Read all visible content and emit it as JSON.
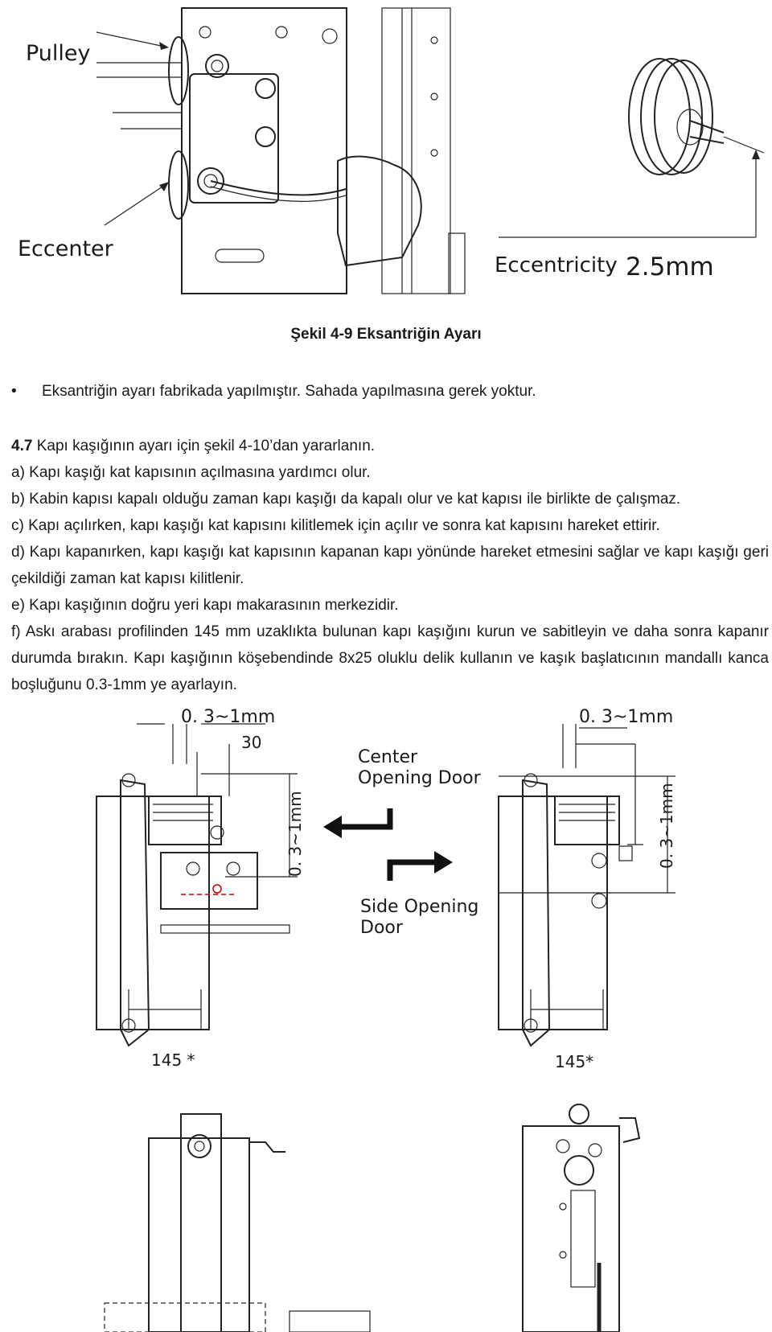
{
  "figure1": {
    "label_pulley": "Pulley",
    "label_eccenter": "Eccenter",
    "label_eccentricity": "Eccentricity",
    "value_eccentricity": "2.5mm"
  },
  "caption": "Şekil 4-9 Eksantriğin Ayarı",
  "bullet": {
    "symbol": "•",
    "text": "Eksantriğin ayarı fabrikada yapılmıştır. Sahada yapılmasına gerek yoktur."
  },
  "section": {
    "number": "4.7",
    "heading": " Kapı kaşığının ayarı için şekil 4-10’dan yararlanın.",
    "items": [
      "a) Kapı kaşığı kat kapısının açılmasına yardımcı olur.",
      "b) Kabin kapısı kapalı olduğu zaman kapı kaşığı da kapalı olur ve kat kapısı ile birlikte de çalışmaz.",
      "c) Kapı açılırken, kapı kaşığı kat kapısını kilitlemek için açılır ve sonra kat kapısını hareket ettirir.",
      "d) Kapı kapanırken, kapı kaşığı kat kapısının kapanan kapı yönünde hareket etmesini sağlar ve kapı kaşığı geri çekildiği zaman kat kapısı kilitlenir.",
      "e) Kapı kaşığının doğru yeri kapı makarasının merkezidir.",
      "f) Askı arabası profilinden 145 mm uzaklıkta bulunan kapı kaşığını kurun ve sabitleyin ve daha sonra kapanır durumda bırakın. Kapı kaşığının köşebendinde 8x25 oluklu delik kullanın ve kaşık başlatıcının mandallı kanca boşluğunu 0.3-1mm ye ayarlayın."
    ]
  },
  "figure2": {
    "dim_gap_left": "0. 3~1mm",
    "dim_30": "30",
    "dim_vertical_left": "0. 3~1mm",
    "dim_145_left": "145 *",
    "label_center_1": "Center",
    "label_center_2": "Opening Door",
    "label_side_1": "Side Opening",
    "label_side_2": "Door",
    "dim_gap_right": "0. 3~1mm",
    "dim_vertical_right": "0. 3~1mm",
    "dim_145_right": "145*"
  }
}
